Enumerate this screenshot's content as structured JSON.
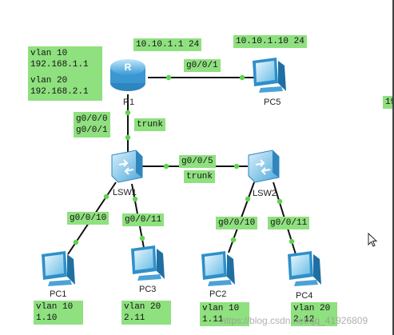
{
  "router": {
    "name": "R1",
    "vlan10": "vlan 10",
    "vlan10_ip": "192.168.1.1",
    "vlan20": "vlan 20",
    "vlan20_ip": "192.168.2.1",
    "wan_ip": "10.10.1.1 24"
  },
  "pc5": {
    "name": "PC5",
    "ip": "10.10.1.10 24"
  },
  "links": {
    "r1_pc5_port": "g0/0/1",
    "r1_port": "g0/0/0",
    "lsw1_up_port": "g0/0/1",
    "r1_lsw1_mode": "trunk",
    "lsw_link_port": "g0/0/5",
    "lsw_link_mode": "trunk",
    "lsw1_pc1_port": "g0/0/10",
    "lsw1_pc3_port": "g0/0/11",
    "lsw2_pc2_port": "g0/0/10",
    "lsw2_pc4_port": "g0/0/11"
  },
  "switches": {
    "lsw1": "LSW1",
    "lsw2": "LSW2"
  },
  "pcs": {
    "pc1": {
      "name": "PC1",
      "vlan": "vlan 10",
      "ip": "1.10"
    },
    "pc2": {
      "name": "PC2",
      "vlan": "vlan 10",
      "ip": "1.11"
    },
    "pc3": {
      "name": "PC3",
      "vlan": "vlan 20",
      "ip": "2.11"
    },
    "pc4": {
      "name": "PC4",
      "vlan": "vlan 20",
      "ip": "2.12"
    }
  },
  "edge_text": "19",
  "watermark": "https://blog.csdn.net/qq_41926809",
  "colors": {
    "label_bg": "#8fe07f",
    "link_dot": "#5fd34f",
    "device": "#3aa0d8"
  }
}
